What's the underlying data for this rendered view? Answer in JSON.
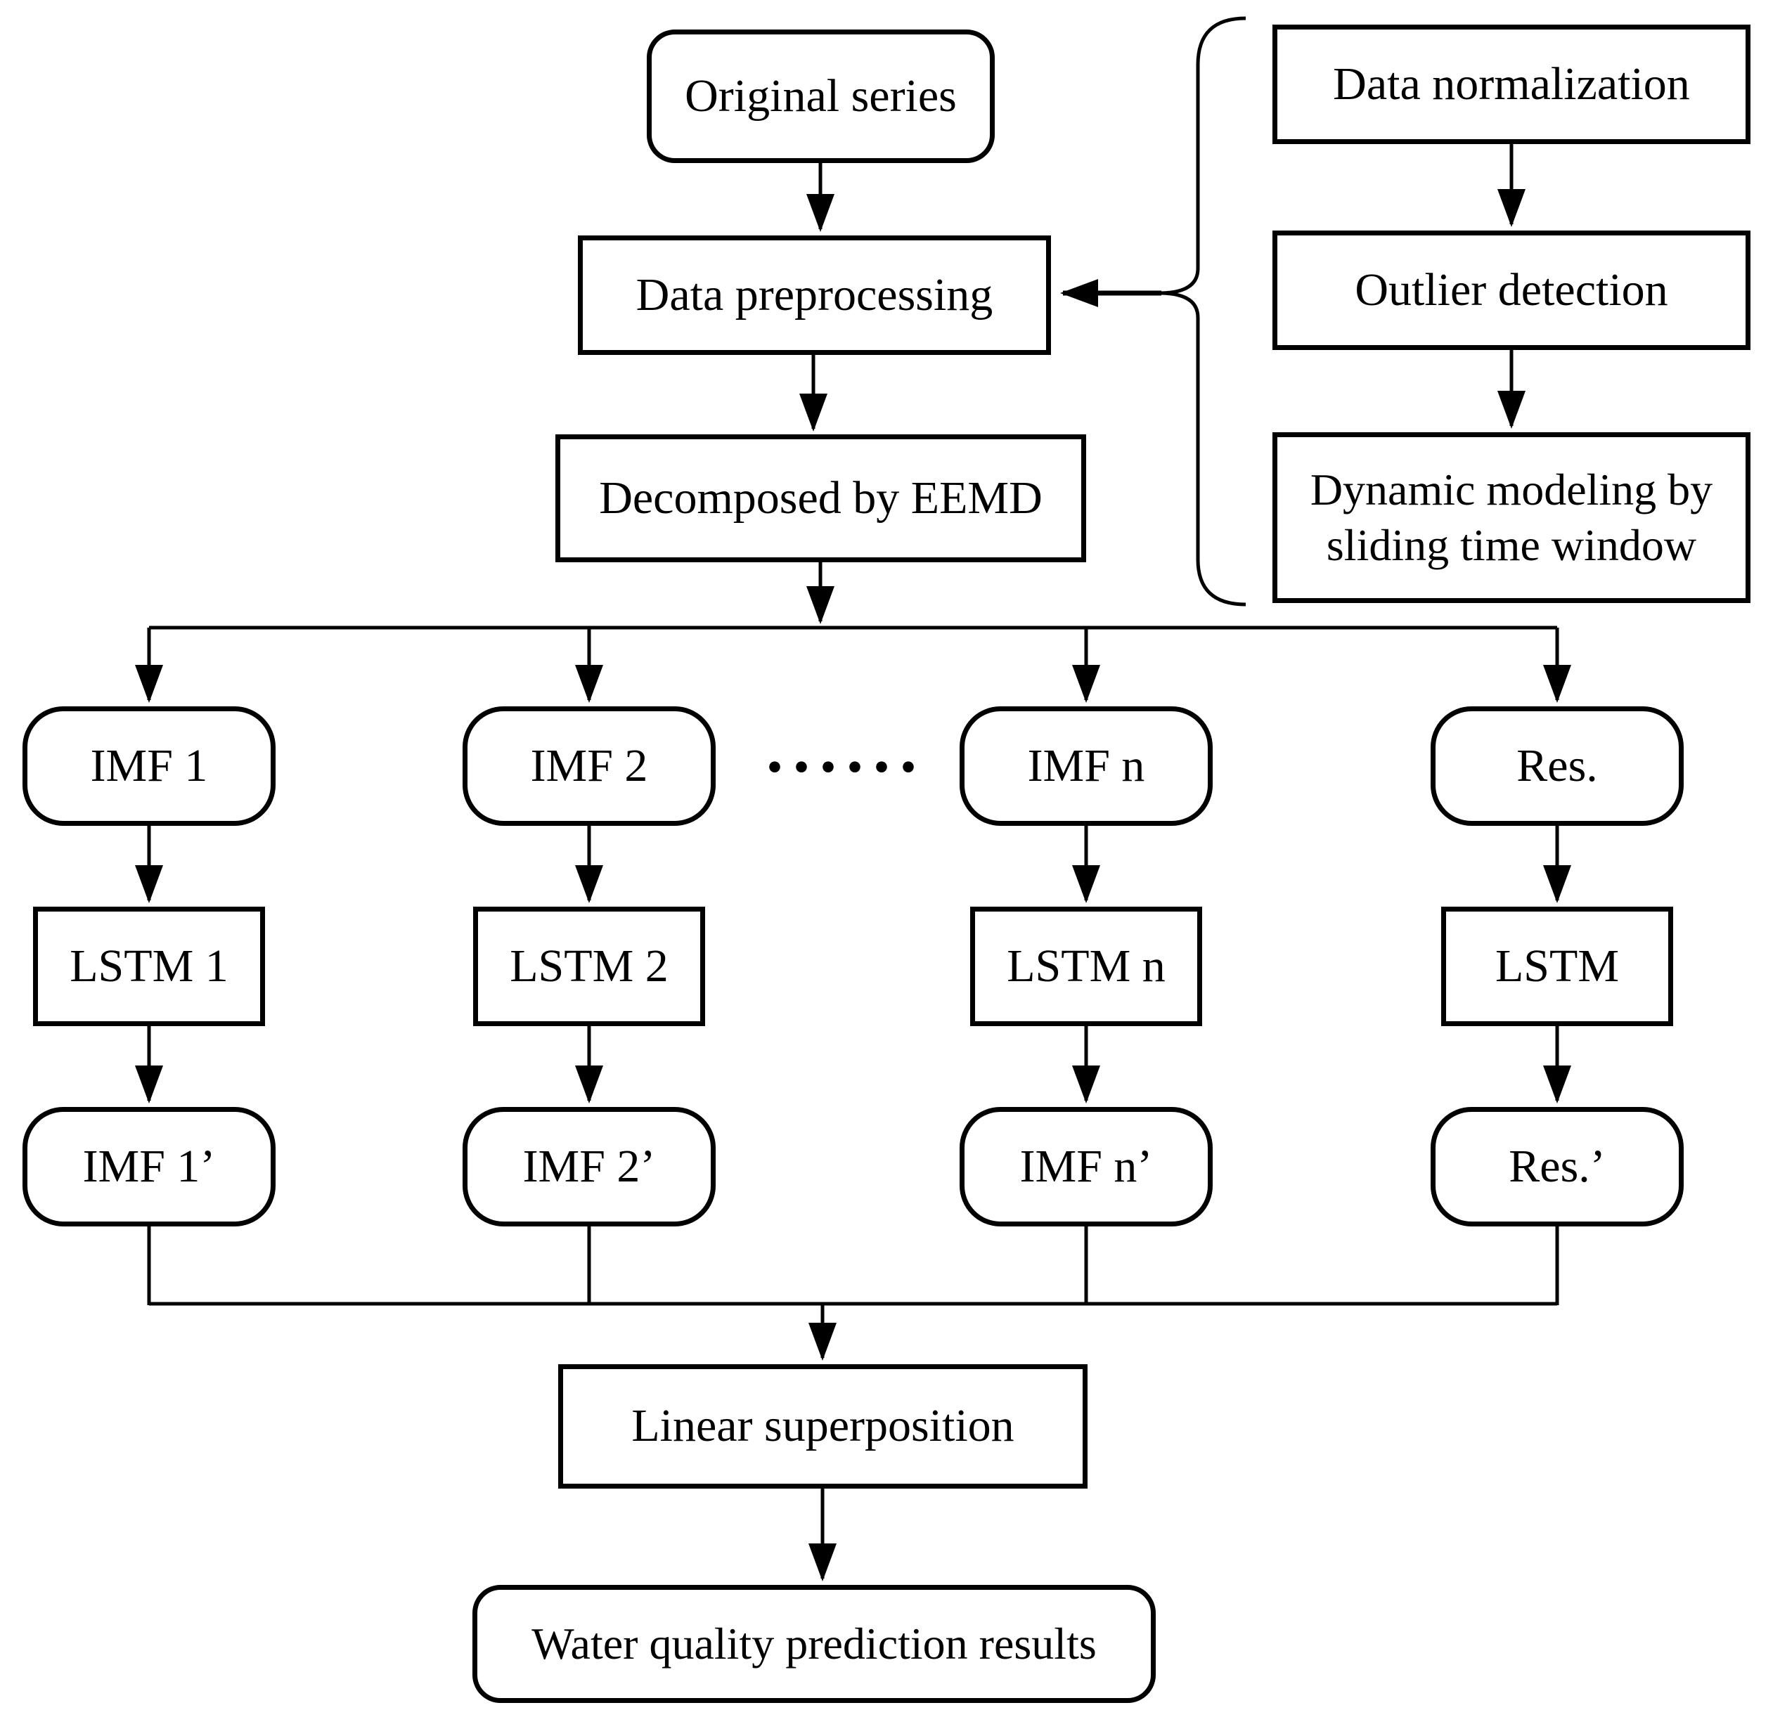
{
  "diagram_type": "flowchart",
  "colors": {
    "line": "#000000",
    "box_border": "#000000",
    "box_fill": "#ffffff",
    "background": "#ffffff",
    "text": "#000000"
  },
  "nodes": {
    "original_series": "Original series",
    "data_preprocessing": "Data preprocessing",
    "decomposed_by_eemd": "Decomposed by EEMD",
    "data_normalization": "Data normalization",
    "outlier_detection": "Outlier detection",
    "dynamic_modeling_line1": "Dynamic modeling by",
    "dynamic_modeling_line2": "sliding time window",
    "imf1": "IMF 1",
    "imf2": "IMF 2",
    "ellipsis": "······",
    "imfn": "IMF n",
    "res": "Res.",
    "lstm1": "LSTM 1",
    "lstm2": "LSTM 2",
    "lstmn": "LSTM n",
    "lstm_res": "LSTM",
    "imf1_pred": "IMF 1’",
    "imf2_pred": "IMF 2’",
    "imfn_pred": "IMF n’",
    "res_pred": "Res.’",
    "linear_superposition": "Linear superposition",
    "water_quality_results": "Water quality prediction results"
  }
}
